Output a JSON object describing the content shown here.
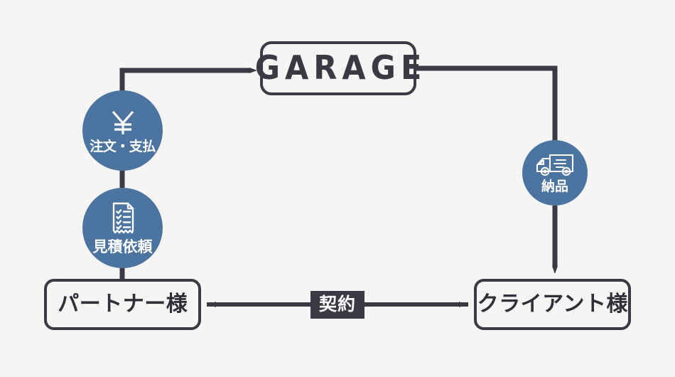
{
  "diagram": {
    "title": "GARAGE business flow",
    "background_color": "#f6f5f3",
    "line_color": "#3a3a44",
    "accent_color": "#4c74a0",
    "badge_color": "#3a3a44"
  },
  "hub": {
    "label": "GARAGE"
  },
  "parties": {
    "partner": {
      "name": "パートナー",
      "honorific": "様"
    },
    "client": {
      "name": "クライアント",
      "honorific": "様"
    }
  },
  "steps": [
    {
      "id": "order-payment",
      "label": "注文・支払",
      "icon": "yen-icon"
    },
    {
      "id": "quote-request",
      "label": "見積依頼",
      "icon": "document-checklist-icon"
    },
    {
      "id": "delivery",
      "label": "納品",
      "icon": "delivery-truck-icon"
    }
  ],
  "relations": {
    "contract": "契約"
  }
}
